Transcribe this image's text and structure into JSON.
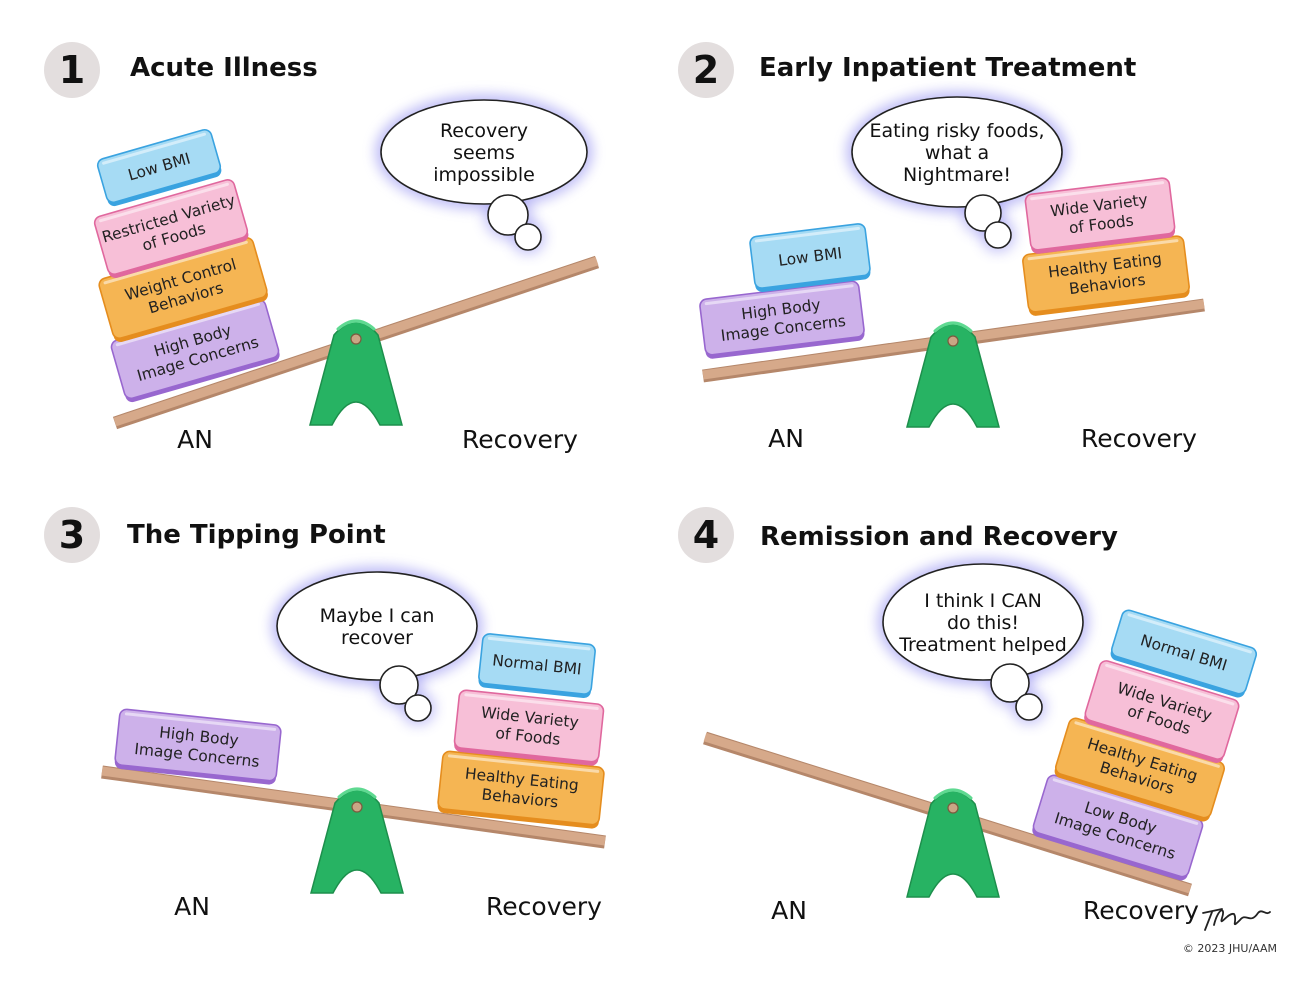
{
  "colors": {
    "blue": "#a6dbf4",
    "pink": "#f7bfd7",
    "orange": "#f5b553",
    "purple": "#cdb1ea",
    "plank": "#d6a98a",
    "fulcrum": "#27b363",
    "glow": "#8f8bf0"
  },
  "panels": [
    {
      "number": "1",
      "title": "Acute Illness",
      "thought": [
        "Recovery",
        "seems",
        "impossible"
      ],
      "left_label": "AN",
      "right_label": "Recovery",
      "left_blocks": [
        {
          "lines": [
            "High Body",
            "Image Concerns"
          ],
          "color": "purple"
        },
        {
          "lines": [
            "Weight Control",
            "Behaviors"
          ],
          "color": "orange"
        },
        {
          "lines": [
            "Restricted Variety",
            "of Foods"
          ],
          "color": "pink"
        },
        {
          "lines": [
            "Low BMI"
          ],
          "color": "blue"
        }
      ],
      "right_blocks": []
    },
    {
      "number": "2",
      "title": "Early Inpatient Treatment",
      "thought": [
        "Eating risky foods,",
        "what a",
        "Nightmare!"
      ],
      "left_label": "AN",
      "right_label": "Recovery",
      "left_blocks": [
        {
          "lines": [
            "High Body",
            "Image Concerns"
          ],
          "color": "purple"
        },
        {
          "lines": [
            "Low BMI"
          ],
          "color": "blue"
        }
      ],
      "right_blocks": [
        {
          "lines": [
            "Healthy Eating",
            "Behaviors"
          ],
          "color": "orange"
        },
        {
          "lines": [
            "Wide Variety",
            "of Foods"
          ],
          "color": "pink"
        }
      ]
    },
    {
      "number": "3",
      "title": "The Tipping Point",
      "thought": [
        "Maybe I can",
        "recover"
      ],
      "left_label": "AN",
      "right_label": "Recovery",
      "left_blocks": [
        {
          "lines": [
            "High Body",
            "Image Concerns"
          ],
          "color": "purple"
        }
      ],
      "right_blocks": [
        {
          "lines": [
            "Healthy Eating",
            "Behaviors"
          ],
          "color": "orange"
        },
        {
          "lines": [
            "Wide Variety",
            "of Foods"
          ],
          "color": "pink"
        },
        {
          "lines": [
            "Normal BMI"
          ],
          "color": "blue"
        }
      ]
    },
    {
      "number": "4",
      "title": "Remission and Recovery",
      "thought": [
        "I think I CAN",
        "do this!",
        "Treatment helped"
      ],
      "left_label": "AN",
      "right_label": "Recovery",
      "left_blocks": [],
      "right_blocks": [
        {
          "lines": [
            "Low Body",
            "Image Concerns"
          ],
          "color": "purple"
        },
        {
          "lines": [
            "Healthy Eating",
            "Behaviors"
          ],
          "color": "orange"
        },
        {
          "lines": [
            "Wide Variety",
            "of Foods"
          ],
          "color": "pink"
        },
        {
          "lines": [
            "Normal BMI"
          ],
          "color": "blue"
        }
      ]
    }
  ],
  "credit": "© 2023 JHU/AAM"
}
